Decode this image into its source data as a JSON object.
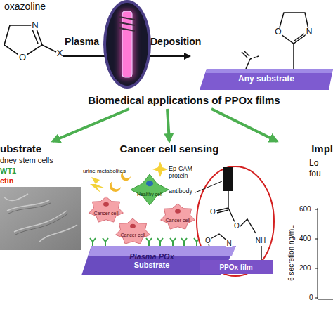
{
  "diagram": {
    "nodes": [
      {
        "text": [
          "Any substrate"
        ]
      },
      {
        "text": [
          "Biomedical applications of PPOx films"
        ]
      },
      {
        "text": [
          "ubstrate"
        ]
      },
      {
        "text": [
          "Cancer cell sensing"
        ]
      },
      {
        "text": [
          "Impl"
        ]
      },
      {
        "text": [
          "Healthy cell"
        ]
      },
      {
        "text": [
          "Cancer cell"
        ]
      },
      {
        "text": [
          "Cancer cell"
        ]
      },
      {
        "text": [
          "Cancer cell"
        ]
      },
      {
        "text": [
          "Plasma POx",
          "Substrate"
        ]
      },
      {
        "text": [
          "PPOx film"
        ]
      }
    ],
    "edges": [
      {
        "from": 1,
        "to": 2,
        "arrow": "to"
      },
      {
        "from": 1,
        "to": 3,
        "arrow": "to"
      },
      {
        "from": 1,
        "to": 4,
        "arrow": "to"
      }
    ],
    "labels": [
      "oxazoline",
      "N",
      "O",
      "X",
      "Plasma",
      "Deposition",
      "O",
      "N",
      "dney stem cells",
      "WT1",
      "ctin",
      "urine metabolites",
      "Ep-CAM protein",
      "antibody",
      "O",
      "O",
      "NH",
      "O",
      "N",
      "Lo",
      "fou",
      "600",
      "400",
      "200",
      "0",
      "6 secretion ng/mL"
    ]
  }
}
